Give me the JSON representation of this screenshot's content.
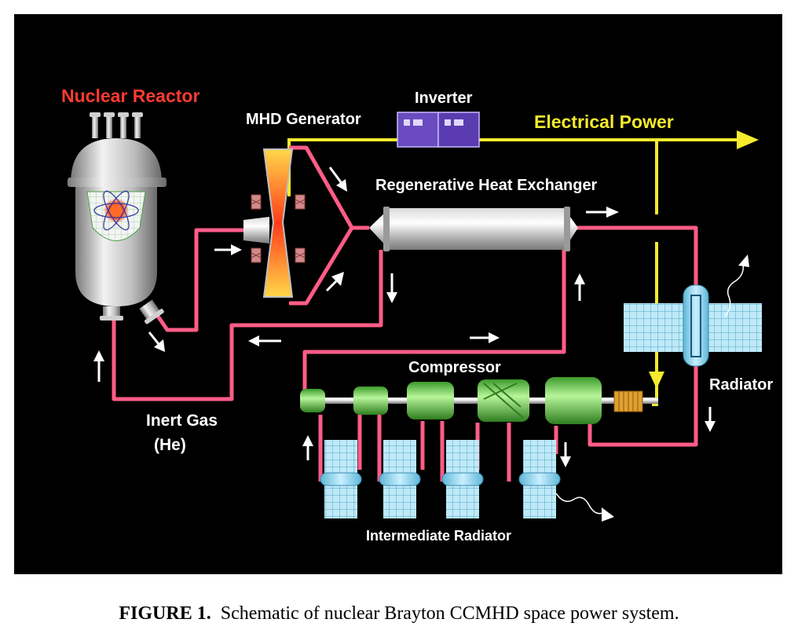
{
  "labels": {
    "nuclear_reactor": "Nuclear Reactor",
    "mhd_generator": "MHD Generator",
    "inverter": "Inverter",
    "electrical_power": "Electrical Power",
    "regen_heat_exchanger": "Regenerative Heat Exchanger",
    "compressor": "Compressor",
    "radiator": "Radiator",
    "inert_gas": "Inert Gas",
    "he": "(He)",
    "intermediate_radiator": "Intermediate Radiator"
  },
  "caption": {
    "figure_label": "FIGURE 1.",
    "text": "Schematic of nuclear Brayton CCMHD space power system."
  },
  "colors": {
    "background": "#000000",
    "pipe": "#ff5c87",
    "power_line": "#f5ea2e",
    "label_text": "#ffffff",
    "reactor_label": "#ff3b30",
    "power_label": "#f5ea2e",
    "compressor": "#6fd64a",
    "radiator_panel": "#9fdcf0",
    "inverter": "#6a4cc0"
  },
  "icons": [
    "reactor-vessel-icon",
    "atom-icon",
    "mhd-channel-icon",
    "heat-exchanger-icon",
    "compressor-stage-icon",
    "radiator-panel-icon",
    "flow-arrow-icon",
    "heat-wave-icon"
  ]
}
